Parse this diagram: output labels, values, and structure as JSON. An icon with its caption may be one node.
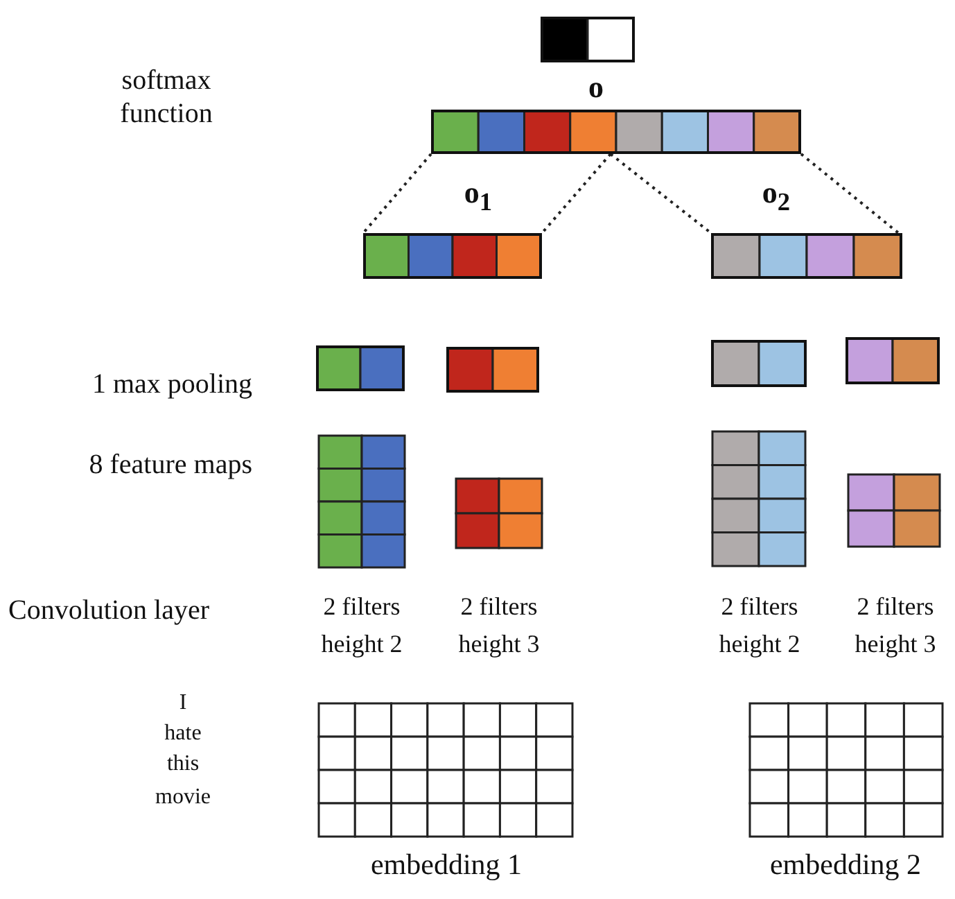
{
  "diagram": {
    "nodes": [
      {
        "text": [],
        "shape": "bar"
      },
      {
        "text": [],
        "shape": "bar",
        "beside": [
          "o"
        ]
      },
      {
        "text": [],
        "shape": "bar",
        "beside": [
          "o$_{1}$"
        ]
      },
      {
        "text": [],
        "shape": "bar",
        "beside": [
          "o$_{2}$"
        ]
      },
      {
        "text": [],
        "shape": "bar"
      },
      {
        "text": [],
        "shape": "bar"
      },
      {
        "text": [],
        "shape": "bar"
      },
      {
        "text": [],
        "shape": "bar"
      },
      {
        "text": [],
        "shape": "grid",
        "beside": [
          "2 filters height 2"
        ]
      },
      {
        "text": [],
        "shape": "grid",
        "beside": [
          "2 filters height 3"
        ]
      },
      {
        "text": [],
        "shape": "grid",
        "beside": [
          "2 filters height 2"
        ]
      },
      {
        "text": [],
        "shape": "grid",
        "beside": [
          "2 filters height 3"
        ]
      },
      {
        "text": [],
        "shape": "grid",
        "beside": [
          "embedding 1"
        ]
      },
      {
        "text": [],
        "shape": "grid",
        "beside": [
          "embedding 2"
        ]
      }
    ],
    "edges": [
      {
        "from": 1,
        "to": 2,
        "arrow": "none",
        "style": "dashed"
      },
      {
        "from": 1,
        "to": 2,
        "arrow": "none",
        "style": "dashed"
      },
      {
        "from": 1,
        "to": 3,
        "arrow": "none",
        "style": "dashed"
      },
      {
        "from": 1,
        "to": 3,
        "arrow": "none",
        "style": "dashed"
      }
    ],
    "labels": [
      "softmax function",
      "1 max pooling",
      "8 feature maps",
      "Convolution layer",
      "I",
      "hate",
      "this",
      "movie"
    ]
  }
}
